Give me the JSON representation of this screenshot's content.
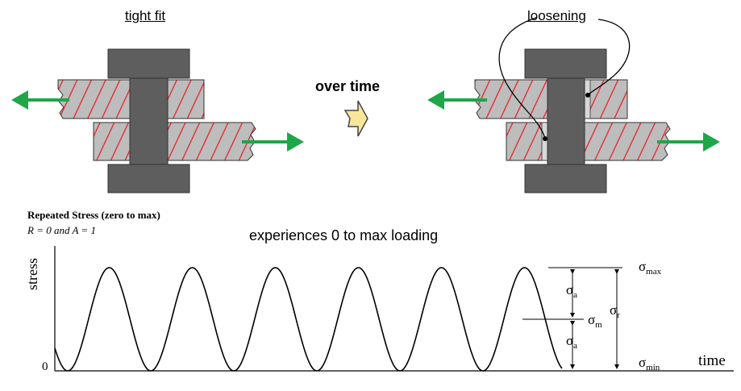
{
  "figure": {
    "left_title": "tight fit",
    "right_title": "loosening",
    "transition_label": "over time",
    "chart_caption": "Repeated Stress (zero to max)",
    "chart_params": "R = 0  and  A = 1",
    "chart_subtitle": "experiences 0 to max loading"
  },
  "colors": {
    "bolt": "#5e5e5e",
    "plate": "#bdbdbd",
    "hatch": "#e8232a",
    "arrow": "#1fa64a",
    "transition_arrow_fill": "#f7e79a"
  },
  "chart_data": {
    "type": "line",
    "xlabel": "time",
    "ylabel": "stress",
    "y_ticks": [
      "0"
    ],
    "series": [
      {
        "shape": "sine",
        "cycles": 6,
        "min": 0,
        "max": 1
      }
    ],
    "annotations": {
      "sigma_max": "σ",
      "sigma_max_sub": "max",
      "sigma_min": "σ",
      "sigma_min_sub": "min",
      "sigma_m": "σ",
      "sigma_m_sub": "m",
      "sigma_a_upper": "σ",
      "sigma_a_lower": "σ",
      "sigma_a_sub": "a",
      "sigma_r": "σ",
      "sigma_r_sub": "r"
    }
  }
}
